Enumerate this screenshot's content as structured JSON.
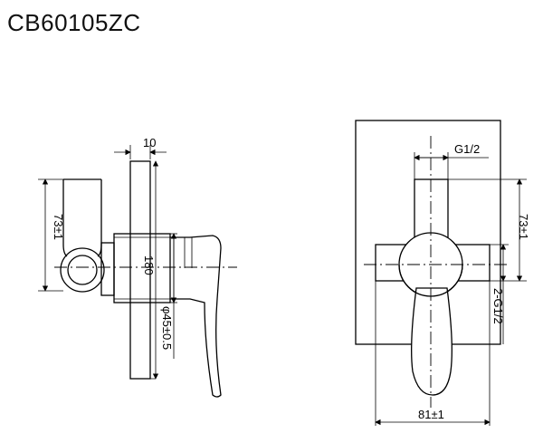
{
  "title": "CB60105ZC",
  "dimensions": {
    "side_offset": "10",
    "side_height": "73±1",
    "side_length": "180",
    "side_diameter": "φ45±0.5",
    "front_thread_top": "G1/2",
    "front_height": "73±1",
    "front_thread_side": "2-G1/2",
    "front_width": "81±1"
  }
}
